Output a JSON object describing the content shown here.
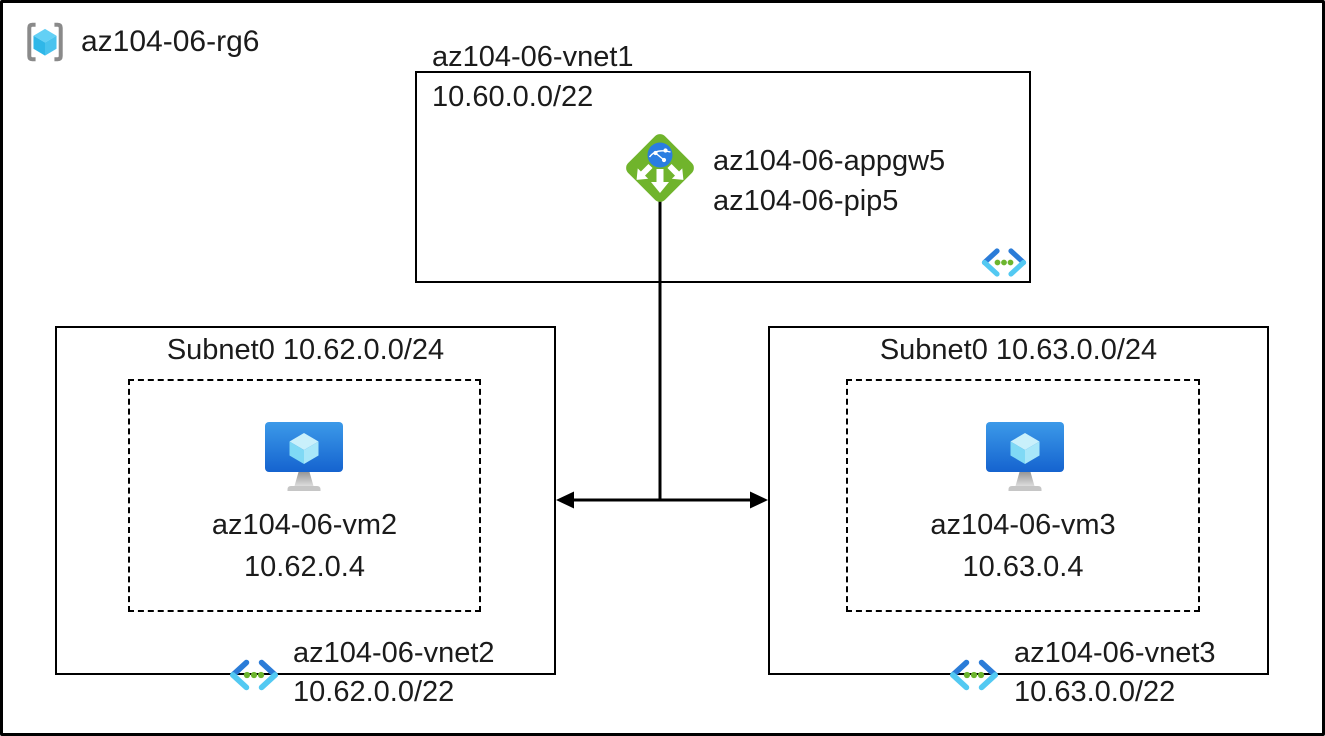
{
  "resource_group": {
    "label": "az104-06-rg6"
  },
  "vnet1": {
    "name": "az104-06-vnet1",
    "cidr": "10.60.0.0/22",
    "appgw": {
      "line1": "az104-06-appgw5",
      "line2": "az104-06-pip5"
    }
  },
  "left_box": {
    "subnet_title": "Subnet0 10.62.0.0/24",
    "vm_name": "az104-06-vm2",
    "vm_ip": "10.62.0.4",
    "vnet_name": "az104-06-vnet2",
    "vnet_cidr": "10.62.0.0/22"
  },
  "right_box": {
    "subnet_title": "Subnet0 10.63.0.0/24",
    "vm_name": "az104-06-vm3",
    "vm_ip": "10.63.0.4",
    "vnet_name": "az104-06-vnet3",
    "vnet_cidr": "10.63.0.0/22"
  },
  "icons": {
    "resource_group": "resource-group-icon",
    "app_gateway": "app-gateway-icon",
    "virtual_machine": "vm-icon",
    "virtual_network": "vnet-icon"
  },
  "colors": {
    "line": "#000000",
    "appgw_green": "#70b42c",
    "globe_blue": "#2a7de1",
    "vnet_bracket_blue": "#2b7cd8",
    "vnet_bracket_cyan": "#53c9f2",
    "vnet_dot_green": "#6cb52e",
    "vm_blue_top": "#3c9ae9",
    "vm_blue_bottom": "#1563cf",
    "cube_light_blue": "#5bcbf5",
    "bracket_gray": "#8a8a8a"
  }
}
